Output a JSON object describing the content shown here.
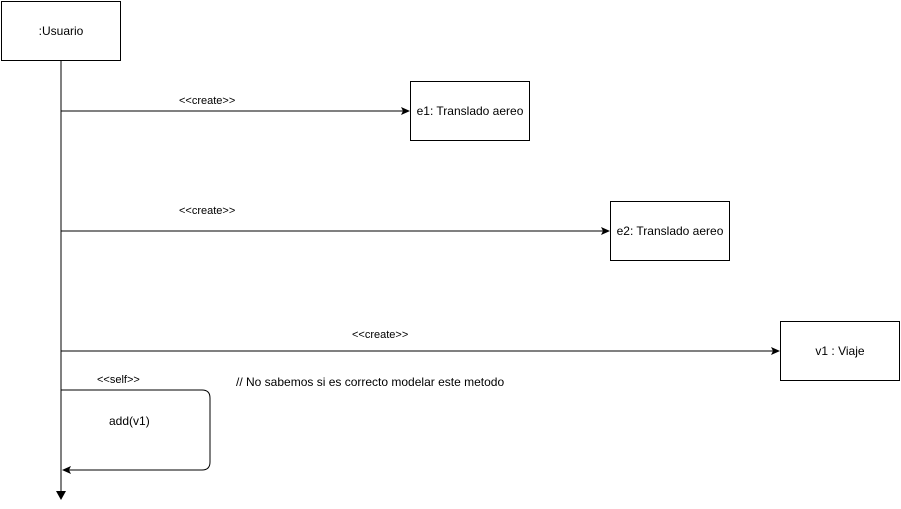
{
  "actor": {
    "label": ":Usuario"
  },
  "objects": [
    {
      "id": "e1",
      "label": "e1: Translado aereo"
    },
    {
      "id": "e2",
      "label": "e2: Translado aereo"
    },
    {
      "id": "v1",
      "label": "v1 : Viaje"
    }
  ],
  "messages": [
    {
      "label": "<<create>>",
      "target": "e1"
    },
    {
      "label": "<<create>>",
      "target": "e2"
    },
    {
      "label": "<<create>>",
      "target": "v1"
    }
  ],
  "self_call": {
    "stereotype": "<<self>>",
    "label": "add(v1)"
  },
  "comment": "// No sabemos si es correcto modelar este metodo"
}
